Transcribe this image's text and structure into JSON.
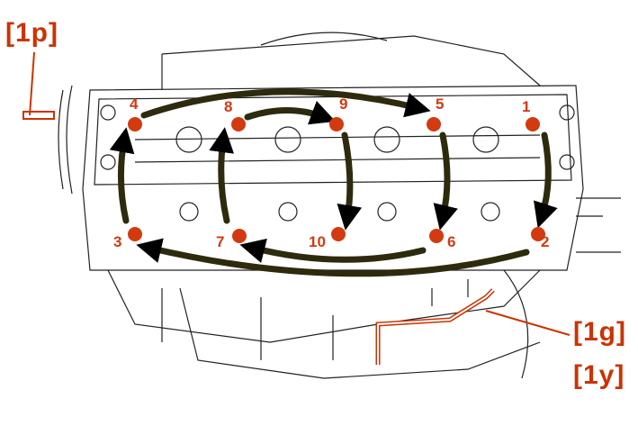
{
  "callouts": {
    "p": "[1p]",
    "g": "[1g]",
    "y": "[1y]"
  },
  "bolts": [
    "1",
    "2",
    "3",
    "4",
    "5",
    "6",
    "7",
    "8",
    "9",
    "10"
  ],
  "colors": {
    "callout": "#cc3300",
    "arrow": "#2d2a0e",
    "line": "#222222"
  }
}
